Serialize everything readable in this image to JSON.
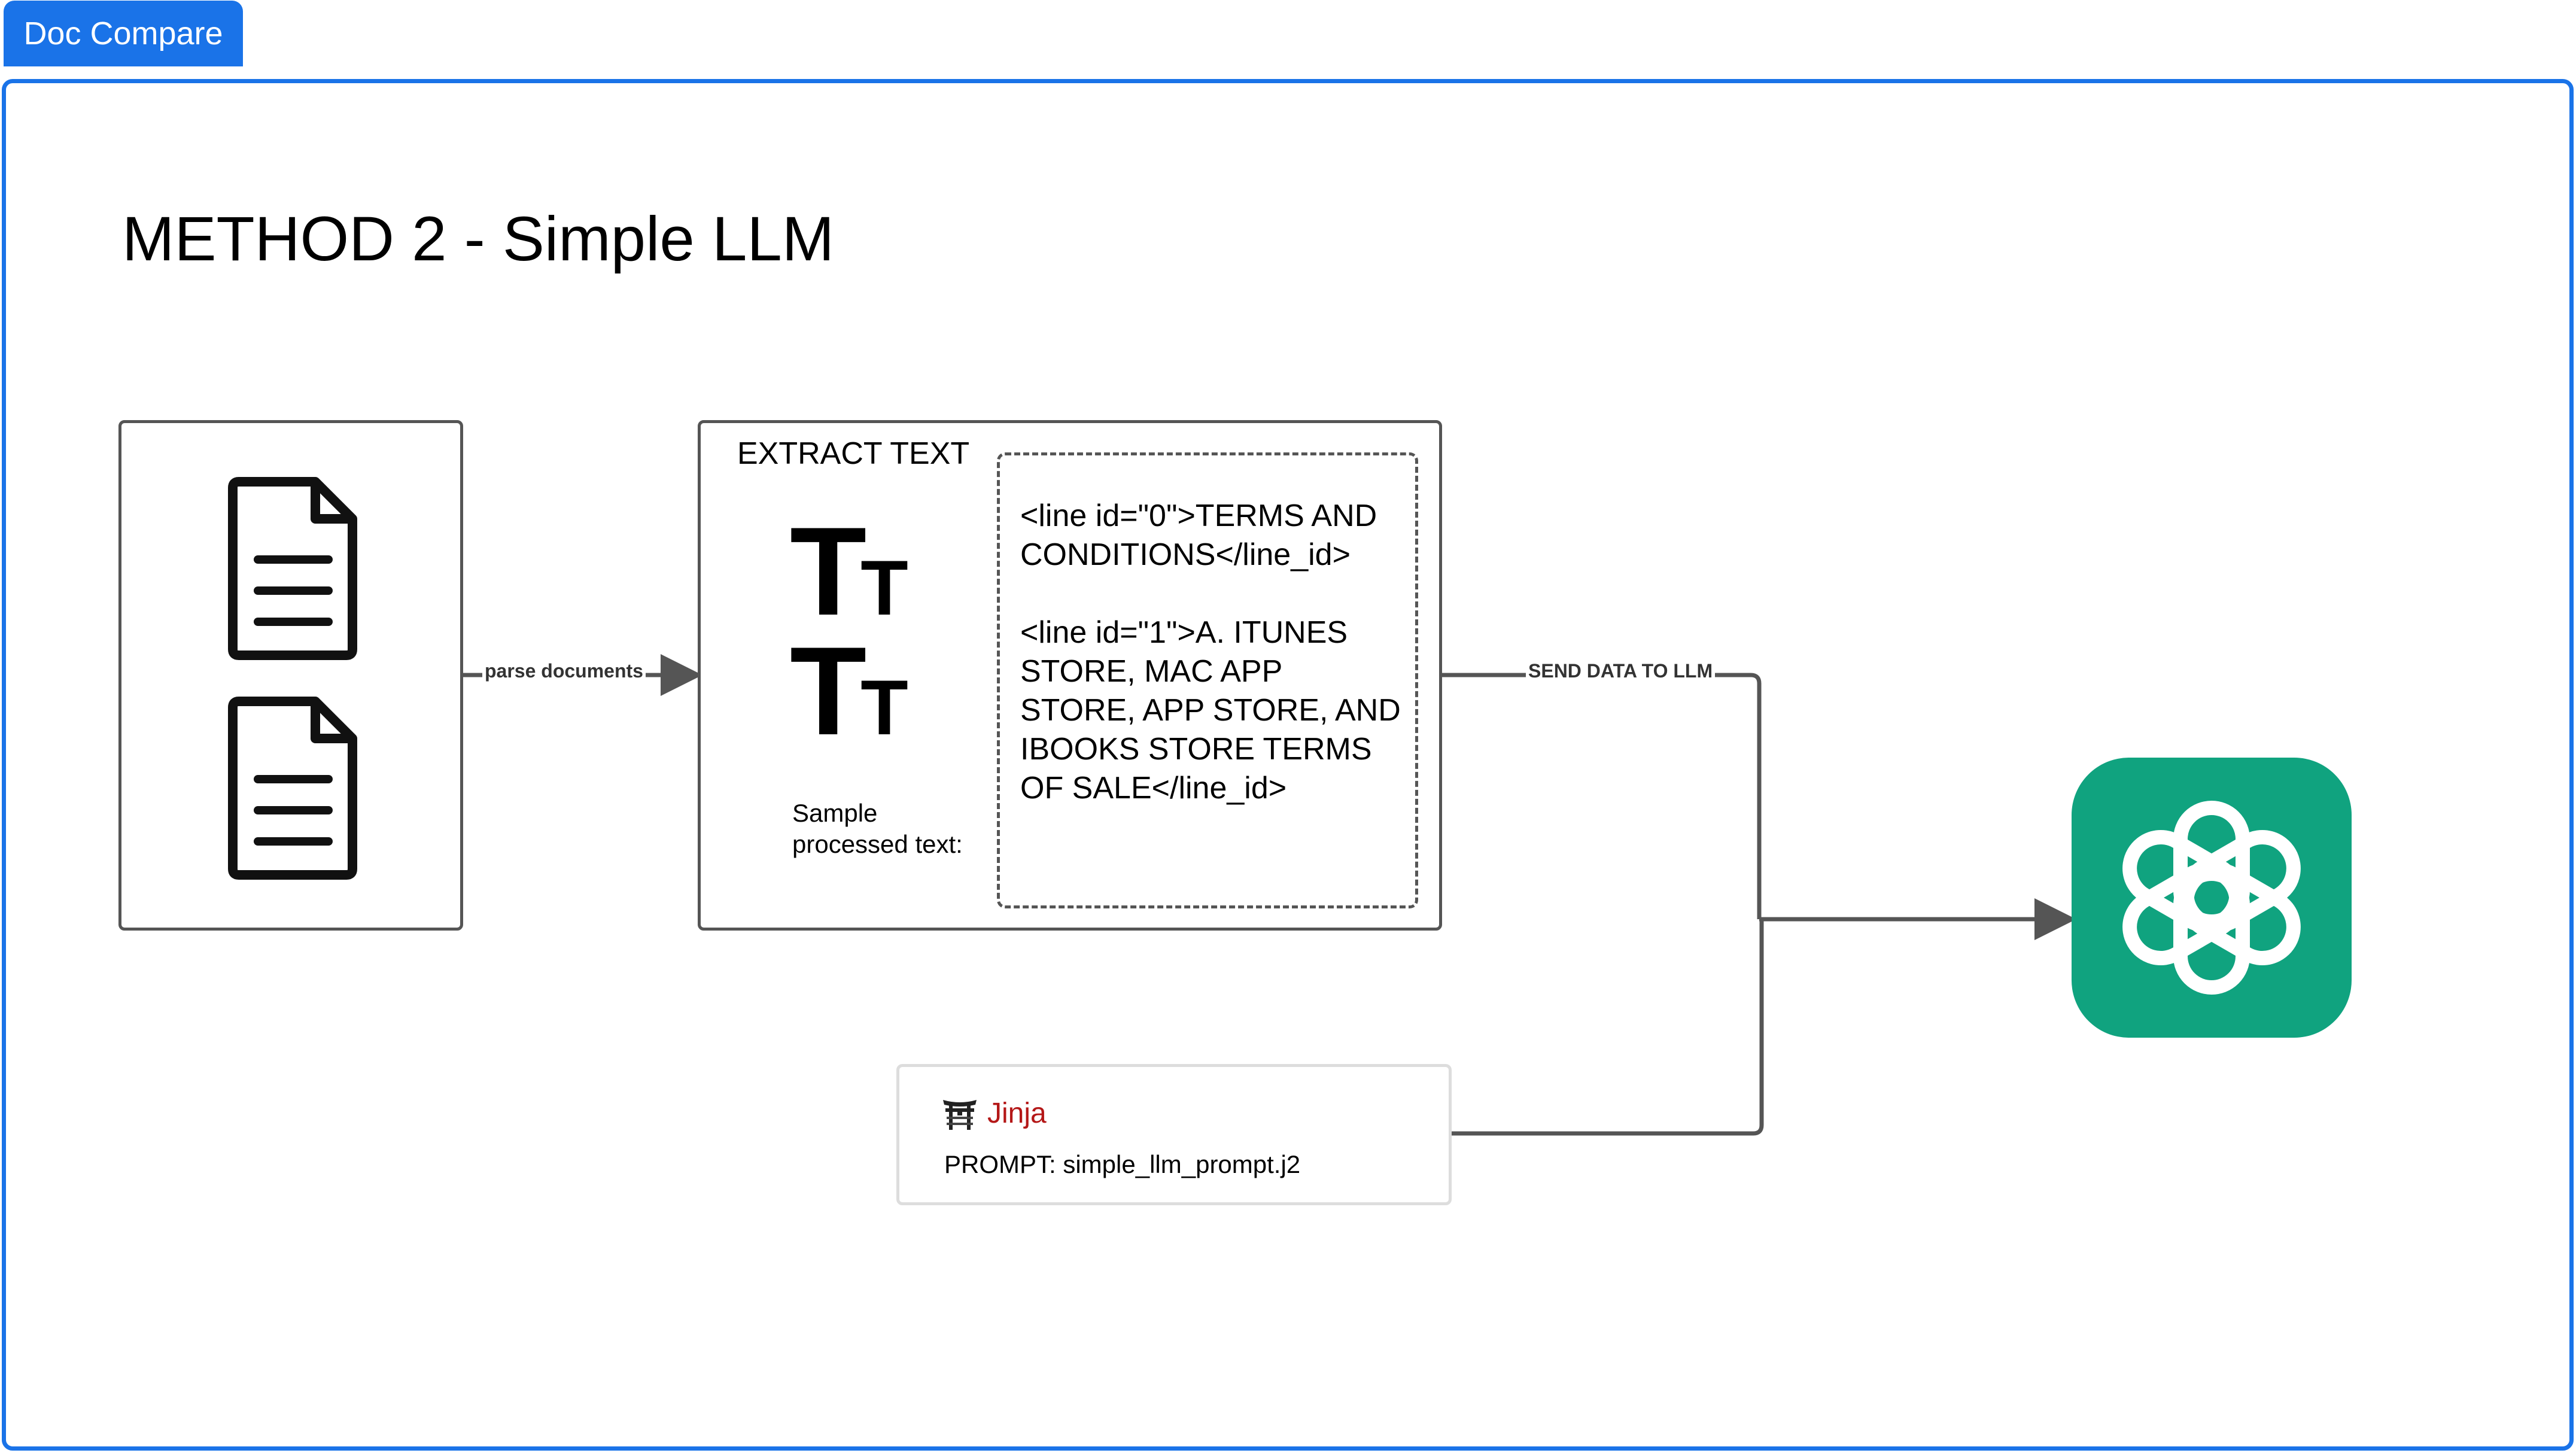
{
  "tab": {
    "label": "Doc Compare"
  },
  "title": "METHOD 2 - Simple LLM",
  "docs": {
    "icon": "document-icon",
    "count": 2
  },
  "edges": {
    "parse": "parse documents",
    "send": "SEND DATA TO LLM"
  },
  "extract": {
    "title": "EXTRACT TEXT",
    "icon": "text-format-icon",
    "sample_label": "Sample processed text:",
    "lines": [
      "<line id=\"0\">TERMS AND CONDITIONS</line_id>",
      "<line id=\"1\">A. ITUNES STORE, MAC APP STORE, APP STORE, AND IBOOKS STORE TERMS OF SALE</line_id>"
    ]
  },
  "prompt": {
    "brand": "Jinja",
    "label": "PROMPT: simple_llm_prompt.j2"
  },
  "llm": {
    "icon": "openai-icon",
    "color": "#10a37f"
  },
  "colors": {
    "accent": "#1a73e8",
    "line": "#555555"
  }
}
